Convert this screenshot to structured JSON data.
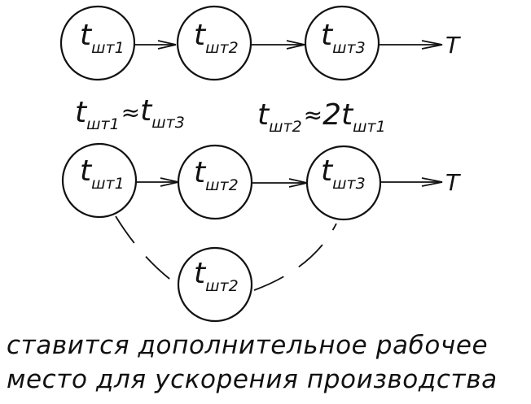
{
  "diagram": {
    "row_1": {
      "nodes": [
        {
          "symbol": "t",
          "subscript": "шт1"
        },
        {
          "symbol": "t",
          "subscript": "шт2"
        },
        {
          "symbol": "t",
          "subscript": "шт3"
        }
      ],
      "output_label": "T"
    },
    "relations": [
      {
        "left_symbol": "t",
        "left_subscript": "шт1",
        "operator": "≈",
        "right_coef": "",
        "right_symbol": "t",
        "right_subscript": "шт3"
      },
      {
        "left_symbol": "t",
        "left_subscript": "шт2",
        "operator": "≈",
        "right_coef": "2",
        "right_symbol": "t",
        "right_subscript": "шт1"
      }
    ],
    "row_2": {
      "nodes": [
        {
          "symbol": "t",
          "subscript": "шт1"
        },
        {
          "symbol": "t",
          "subscript": "шт2"
        },
        {
          "symbol": "t",
          "subscript": "шт3"
        }
      ],
      "extra_node": {
        "symbol": "t",
        "subscript": "шт2"
      },
      "output_label": "T"
    }
  },
  "caption": {
    "line_1": "ставится дополнительное рабочее",
    "line_2": "место для ускорения производства"
  }
}
